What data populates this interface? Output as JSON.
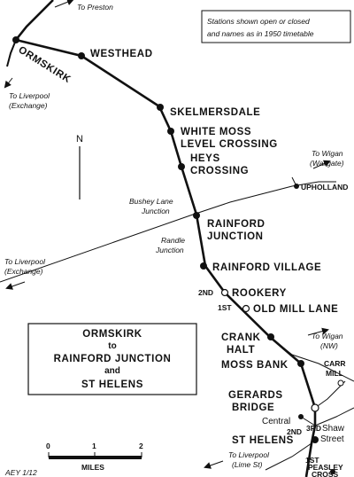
{
  "map": {
    "note_line1": "Stations shown open or closed",
    "note_line2": "and names as in 1950 timetable",
    "north": "N",
    "ref": "AEY 1/12",
    "title": {
      "line1": "ORMSKIRK",
      "line2": "to",
      "line3": "RAINFORD JUNCTION",
      "line4": "and",
      "line5": "ST HELENS"
    },
    "scale": {
      "t0": "0",
      "t1": "1",
      "t2": "2",
      "unit": "MILES"
    },
    "destinations": {
      "preston": "To Preston",
      "lpool_exch_n_1": "To Liverpool",
      "lpool_exch_n_2": "(Exchange)",
      "lpool_exch_w_1": "To Liverpool",
      "lpool_exch_w_2": "(Exchange)",
      "wigan_wg_1": "To Wigan",
      "wigan_wg_2": "(Wallgate)",
      "wigan_nw_1": "To Wigan",
      "wigan_nw_2": "(NW)",
      "lpool_lime_1": "To Liverpool",
      "lpool_lime_2": "(Lime St)"
    },
    "junction_labels": {
      "bushey_1": "Bushey Lane",
      "bushey_2": "Junction",
      "randle_1": "Randle",
      "randle_2": "Junction"
    },
    "stations": {
      "ormskirk": "ORMSKIRK",
      "westhead": "WESTHEAD",
      "skelmersdale": "SKELMERSDALE",
      "white_moss_1": "WHITE MOSS",
      "white_moss_2": "LEVEL CROSSING",
      "heys_1": "HEYS",
      "heys_2": "CROSSING",
      "rainford_jn_1": "RAINFORD",
      "rainford_jn_2": "JUNCTION",
      "rainford_village": "RAINFORD VILLAGE",
      "rookery": "ROOKERY",
      "rookery_mark": "2ND",
      "old_mill_lane": "OLD MILL LANE",
      "old_mill_mark": "1ST",
      "crank_1": "CRANK",
      "crank_2": "HALT",
      "moss_bank": "MOSS BANK",
      "gerards_1": "GERARDS",
      "gerards_2": "BRIDGE",
      "st_helens": "ST HELENS",
      "central": "Central",
      "shaw_1": "Shaw",
      "shaw_2": "Street",
      "shaw_mark": "3RD",
      "central_mark": "2ND",
      "peasley_mark": "1ST",
      "upholland": "UPHOLLAND",
      "carr_mill_1": "CARR",
      "carr_mill_2": "MILL",
      "peasley_1": "PEASLEY",
      "peasley_2": "CROSS"
    }
  }
}
